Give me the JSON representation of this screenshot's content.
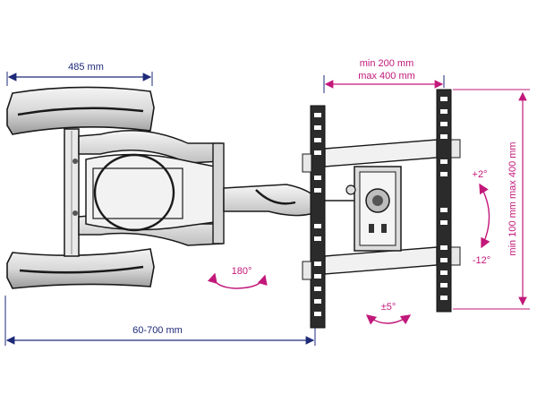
{
  "dimensions": {
    "wall_plate_width": "485 mm",
    "vesa_min_horizontal": "min 200 mm",
    "vesa_max_horizontal": "max 400 mm",
    "vesa_vertical": "min 100 mm max 400 mm",
    "arm_extension": "60-700 mm"
  },
  "motion": {
    "swivel": "180°",
    "tilt_up": "+2°",
    "tilt_down": "-12°",
    "rotation": "±5°"
  },
  "colors": {
    "dimension_line": "#1e2a78",
    "motion_arrow": "#c2187a",
    "outline": "#1a1a1a",
    "metal_shade": "#bdbdbd"
  }
}
